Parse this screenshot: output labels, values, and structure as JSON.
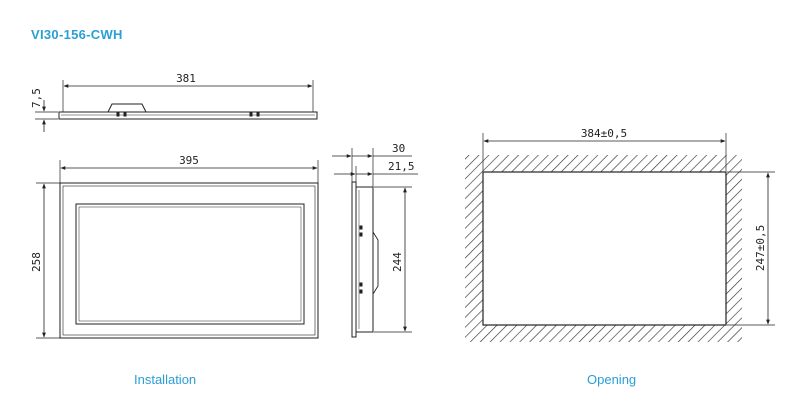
{
  "title": "VI30-156-CWH",
  "top_view": {
    "width_label": "381",
    "thickness_label": "7,5"
  },
  "front_view": {
    "width_label": "395",
    "height_label": "258"
  },
  "side_view": {
    "depth_total_label": "30",
    "depth_rear_label": "21,5",
    "height_label": "244"
  },
  "opening_view": {
    "width_label": "384±0,5",
    "height_label": "247±0,5"
  },
  "captions": {
    "installation": "Installation",
    "opening": "Opening"
  },
  "colors": {
    "accent": "#2a9fd6",
    "line": "#222222"
  }
}
